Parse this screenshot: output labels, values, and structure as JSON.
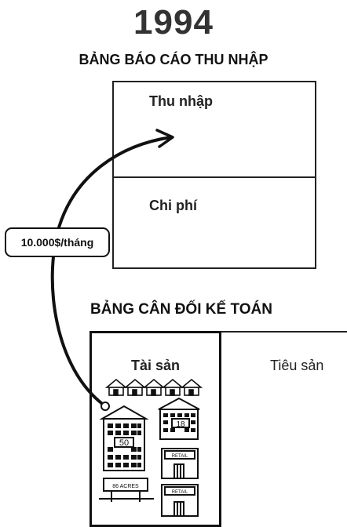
{
  "header": {
    "year": "1994"
  },
  "income_statement": {
    "title": "BẢNG BÁO CÁO THU NHẬP",
    "income_label": "Thu nhập",
    "expense_label": "Chi phí"
  },
  "cash_flow": {
    "label": "10.000$/tháng"
  },
  "balance_sheet": {
    "title": "BẢNG CÂN ĐỐI KẾ TOÁN",
    "assets_label": "Tài sản",
    "liabilities_label": "Tiêu sản",
    "asset_icons": {
      "house_count": 5,
      "building_1_label": "50",
      "building_2_label": "18",
      "shop_1_label": "RETAIL",
      "shop_2_label": "RETAIL",
      "land_label": "86 ACRES"
    }
  }
}
